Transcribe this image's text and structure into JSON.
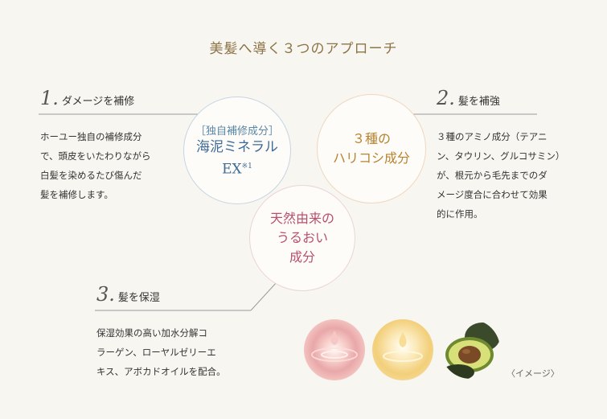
{
  "title": "美髪へ導く３つのアプローチ",
  "sections": [
    {
      "num": "1.",
      "heading": "ダメージを補修",
      "body": "ホーユー独自の補修成分\nで、頭皮をいたわりながら\n白髪を染めるたび傷んだ\n髪を補修します。"
    },
    {
      "num": "2.",
      "heading": "髪を補強",
      "body": "３種のアミノ成分（テアニ\nン、タウリン、グルコサミン）\nが、根元から毛先までのダ\nメージ度合に合わせて効果\n的に作用。"
    },
    {
      "num": "3.",
      "heading": "髪を保湿",
      "body": "保湿効果の高い加水分解コ\nラーゲン、ローヤルゼリーエ\nキス、アボカドオイルを配合。"
    }
  ],
  "circles": {
    "mineral": {
      "sub": "［独自補修成分］",
      "line1": "海泥ミネラル",
      "line2": "EX",
      "note": "※1"
    },
    "hari": {
      "line1": "３種の",
      "line2": "ハリコシ成分"
    },
    "uruoi": {
      "line1": "天然由来の",
      "line2": "うるおい",
      "line3": "成分"
    }
  },
  "image_caption": "〈イメージ〉",
  "colors": {
    "title": "#8c7446",
    "mineral": "#3d6a96",
    "hari": "#b8832e",
    "uruoi": "#b8506c"
  }
}
